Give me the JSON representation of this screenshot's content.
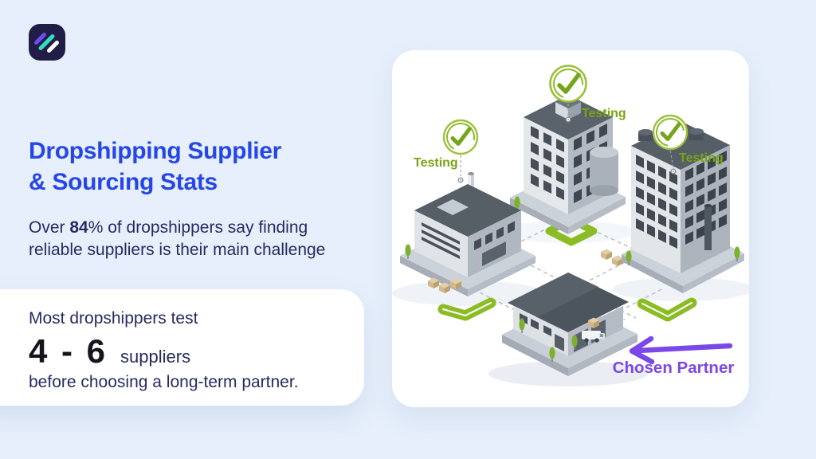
{
  "colors": {
    "background": "#e6effb",
    "card": "#ffffff",
    "title_blue": "#2546e8",
    "body_navy": "#262b5f",
    "number_black": "#15161d",
    "green": "#78a414",
    "green_ring": "#9dc13c",
    "purple": "#7b48e8",
    "logo_bg": "#221d47",
    "logo_slash_purple": "#6c4df2",
    "logo_slash_teal": "#2fe0c4",
    "logo_slash_white": "#ffffff"
  },
  "logo": {
    "icon": "triple-slash-logo"
  },
  "header": {
    "title_line1": "Dropshipping Supplier",
    "title_line2": "& Sourcing Stats",
    "stat": {
      "pre": "Over ",
      "bold": "84",
      "post": "% of dropshippers say finding",
      "line2": "reliable suppliers is their main challenge"
    }
  },
  "stat_card": {
    "line1": "Most dropshippers test",
    "range": "4 - 6",
    "unit": "suppliers",
    "line2": "before choosing a long-term partner."
  },
  "illustration": {
    "labels": {
      "testing_top": "Testing",
      "testing_left": "Testing",
      "testing_right": "Testing",
      "chosen_partner": "Chosen Partner"
    }
  }
}
